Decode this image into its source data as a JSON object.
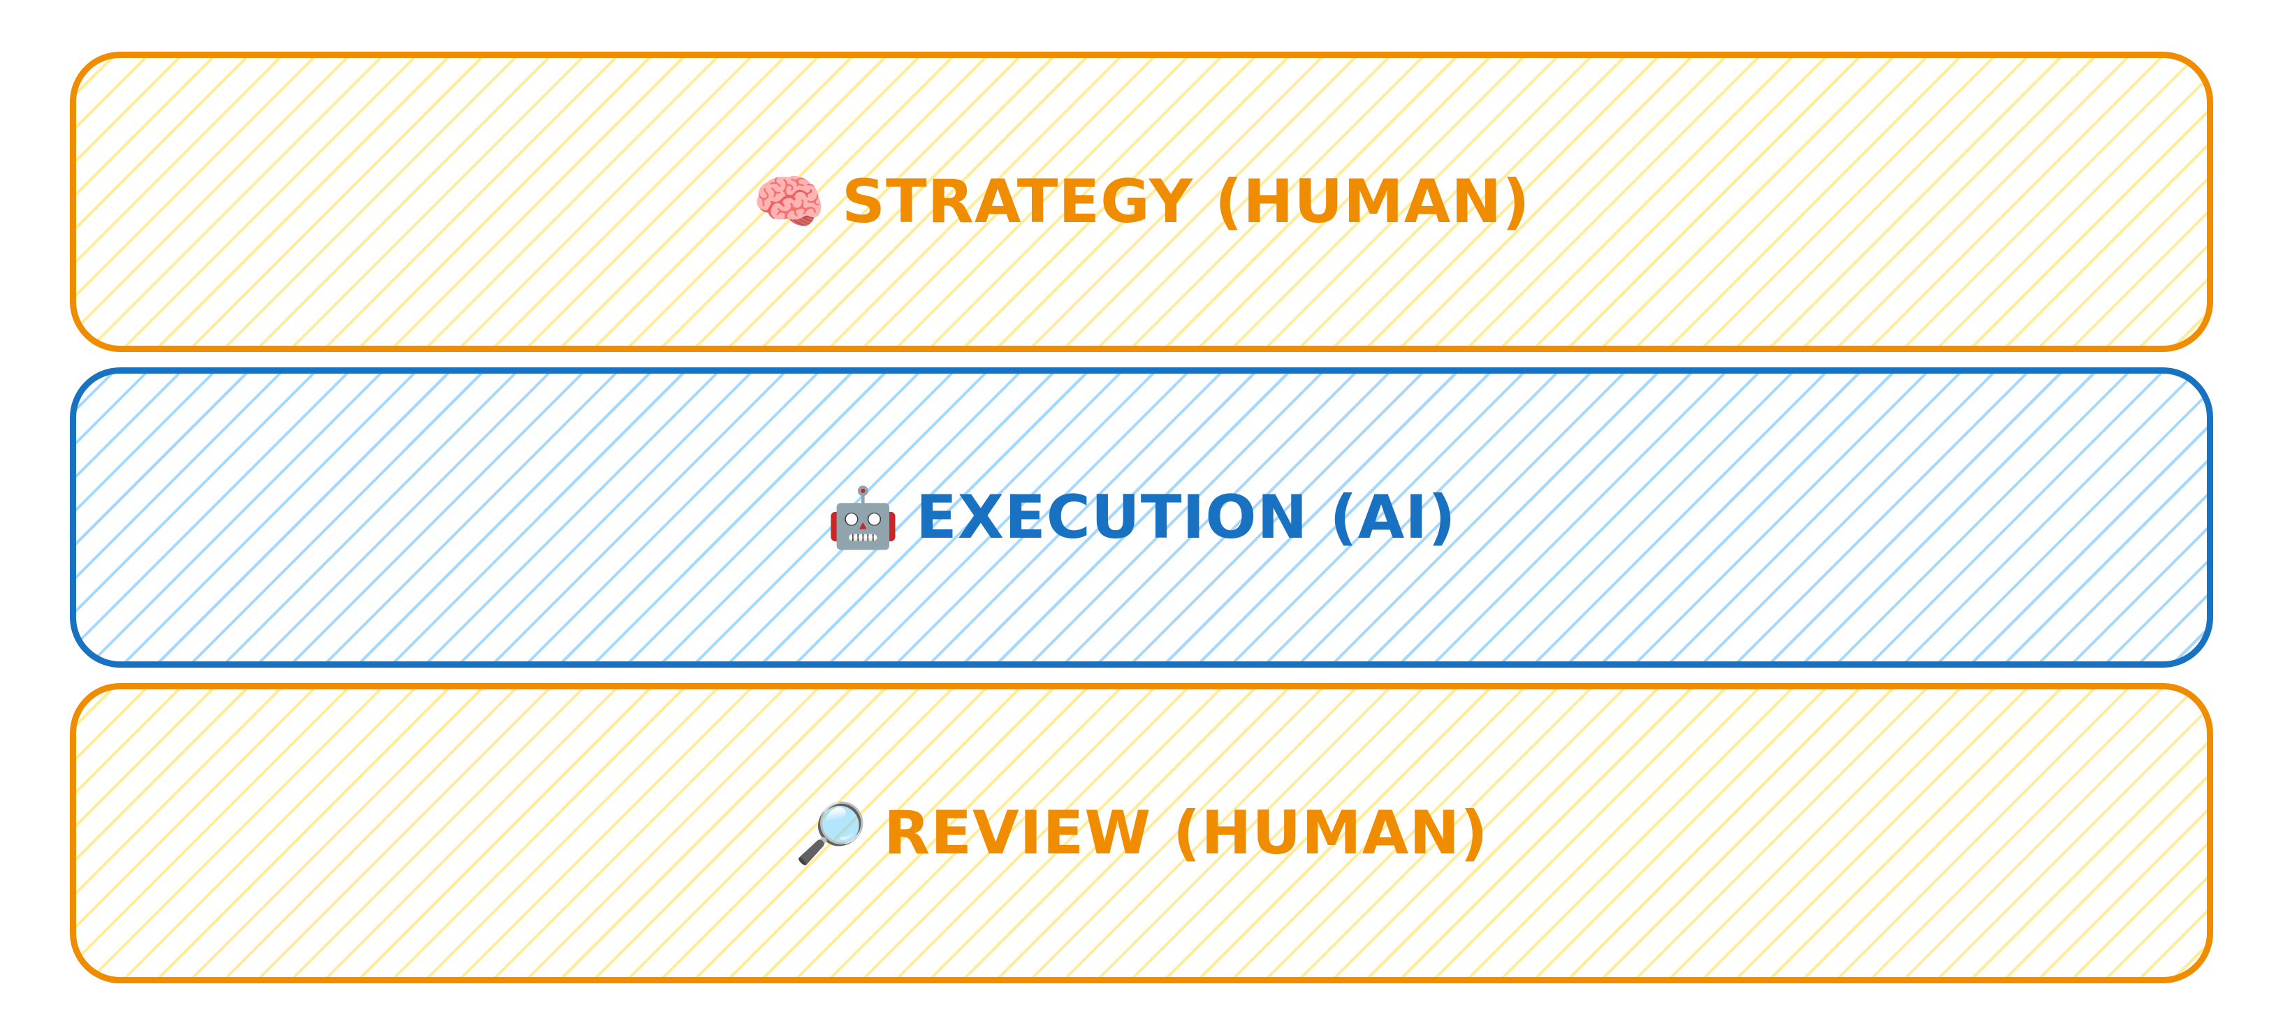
{
  "colors": {
    "human_stroke": "#f08c00",
    "human_hatch": "#ffec99",
    "ai_stroke": "#1971c2",
    "ai_hatch": "#a5d8ff"
  },
  "layers": [
    {
      "icon": "🧠",
      "icon_name": "brain-icon",
      "label": "STRATEGY (HUMAN)",
      "kind": "human"
    },
    {
      "icon": "🤖",
      "icon_name": "robot-icon",
      "label": "EXECUTION (AI)",
      "kind": "ai"
    },
    {
      "icon": "🔎",
      "icon_name": "magnifying-glass-icon",
      "label": "REVIEW (HUMAN)",
      "kind": "human"
    }
  ]
}
